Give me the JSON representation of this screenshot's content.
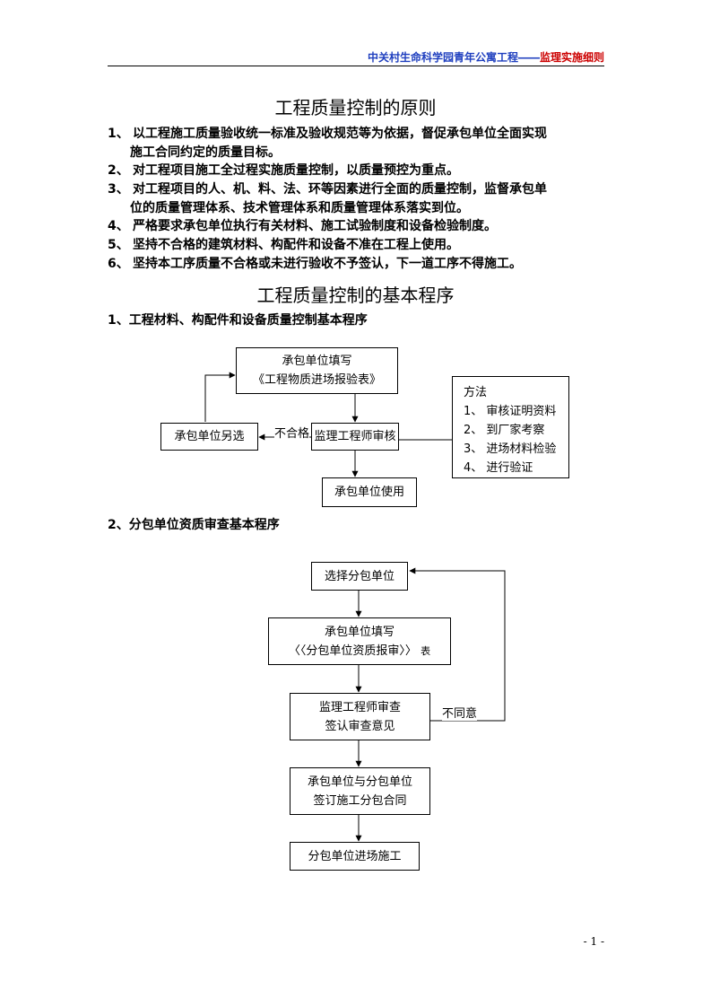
{
  "header": {
    "project": "中关村生命科学园青年公寓工程",
    "separator": "――",
    "doc_type": "监理实施细则",
    "color_project": "#1f3fbf",
    "color_doc_type": "#cc0000"
  },
  "section1": {
    "title": "工程质量控制的原则",
    "items": [
      {
        "num": "1、",
        "line1": "以工程施工质量验收统一标准及验收规范等为依据，督促承包单位全面实现",
        "line2": "施工合同约定的质量目标。"
      },
      {
        "num": "2、",
        "line1": "对工程项目施工全过程实施质量控制，以质量预控为重点。"
      },
      {
        "num": "3、",
        "line1": "对工程项目的人、机、料、法、环等因素进行全面的质量控制，监督承包单",
        "line2": "位的质量管理体系、技术管理体系和质量管理体系落实到位。"
      },
      {
        "num": "4、",
        "line1": "严格要求承包单位执行有关材料、施工试验制度和设备检验制度。"
      },
      {
        "num": "5、",
        "line1": "坚持不合格的建筑材料、构配件和设备不准在工程上使用。"
      },
      {
        "num": "6、",
        "line1": "坚持本工序质量不合格或未进行验收不予签认，下一道工序不得施工。"
      }
    ]
  },
  "section2": {
    "title": "工程质量控制的基本程序",
    "sub1": "1、工程材料、构配件和设备质量控制基本程序",
    "flow1": {
      "fill": {
        "line1": "承包单位填写",
        "line2": "《工程物质进场报验表》"
      },
      "review": "监理工程师审核",
      "alt": "承包单位另选",
      "reject_label": "不合格",
      "use": "承包单位使用",
      "methods": {
        "title": "方法",
        "items": [
          "1、 审核证明资料",
          "2、 到厂家考察",
          "3、 进场材料检验",
          "4、 进行验证"
        ]
      }
    },
    "sub2": "2、分包单位资质审查基本程序",
    "flow2": {
      "select": "选择分包单位",
      "fill": {
        "line1": "承包单位填写",
        "line2": "〈〈分包单位资质报审〉〉",
        "line2_suffix": "表"
      },
      "review": {
        "line1": "监理工程师审查",
        "line2": "签认审查意见"
      },
      "reject_label": "不同意",
      "contract": {
        "line1": "承包单位与分包单位",
        "line2": "签订施工分包合同"
      },
      "enter": "分包单位进场施工"
    }
  },
  "footer": {
    "page": "- 1 -"
  }
}
